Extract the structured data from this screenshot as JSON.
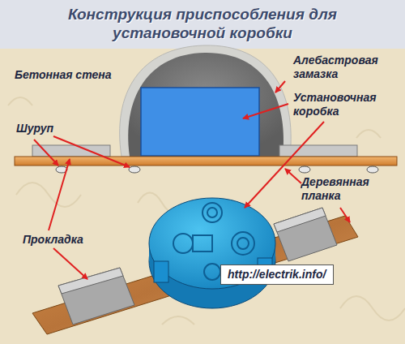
{
  "diagram": {
    "title": "Конструкция приспособления для установочной коробки",
    "nodes": [
      {
        "text": [
          "http://electrik.info/"
        ]
      }
    ],
    "edges": [],
    "labels": [
      "Бетонная стена",
      "Алебастровая замазка",
      "Установочная коробка",
      "Шуруп",
      "Деревянная планка",
      "Прокладка"
    ]
  }
}
